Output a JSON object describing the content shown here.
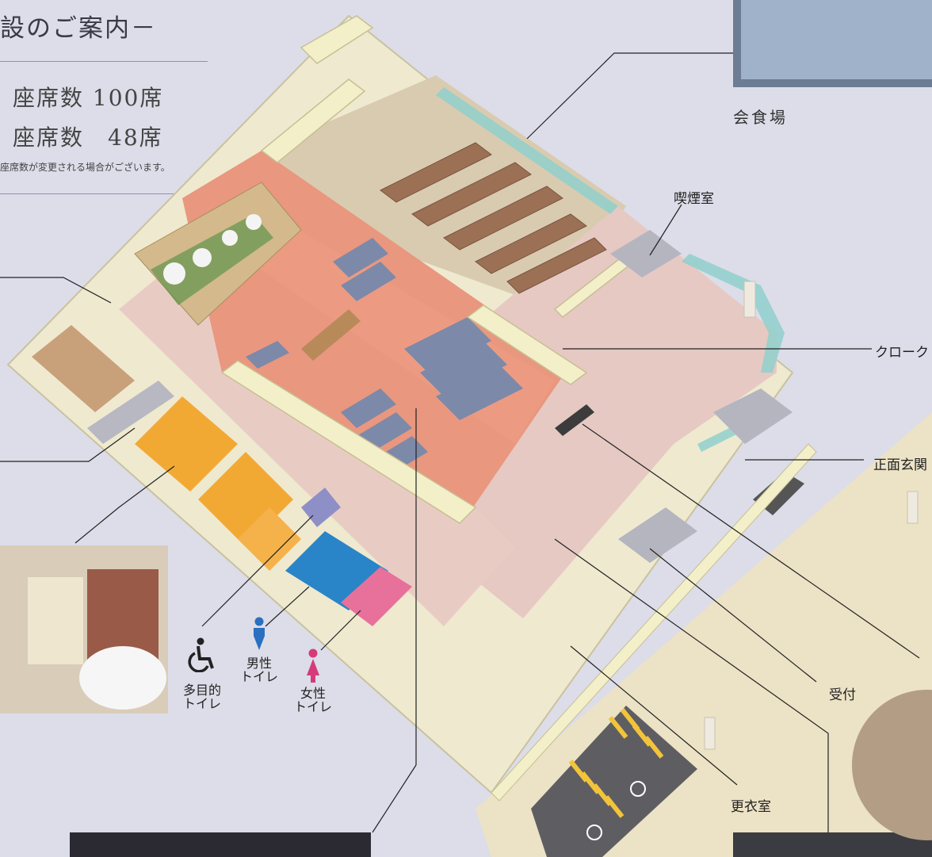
{
  "header": {
    "title": "設のご案内－",
    "seats_main": "座席数 100席",
    "seats_sub": "座席数　48席",
    "note": "座席数が変更される場合がございます。"
  },
  "labels": {
    "dining_hall": "会食場",
    "smoking_room": "喫煙室",
    "cloak_room": "クローク",
    "main_entrance": "正面玄関",
    "reception": "受付",
    "changing_room": "更衣室"
  },
  "toilets": {
    "multipurpose": "多目的\nトイレ",
    "men": "男性\nトイレ",
    "women": "女性\nトイレ"
  },
  "colors": {
    "hall_floor": "#e9977f",
    "dining_floor": "#d9c5a6",
    "lobby_floor": "#e6c9c3",
    "tatami_room": "#f2a934",
    "mens_toilet": "#2a84c8",
    "womens_toilet": "#e7719a",
    "wall": "#f3efc9",
    "glass": "#8fd0cc",
    "background": "#dcdde8"
  },
  "icons": [
    "wheelchair-icon",
    "man-icon",
    "woman-icon",
    "parking-wheelchair-icon"
  ]
}
